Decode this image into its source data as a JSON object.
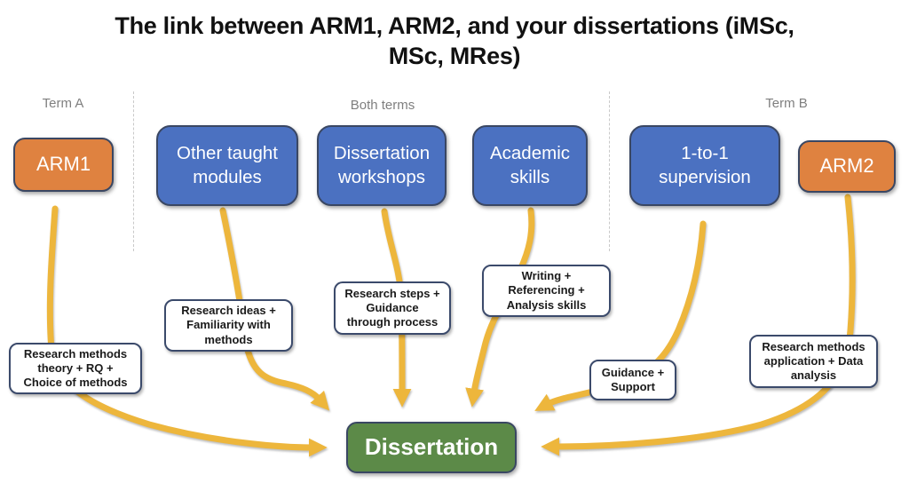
{
  "title": "The link between ARM1, ARM2, and your dissertations (iMSc,\nMSc, MRes)",
  "section_labels": {
    "term_a": "Term A",
    "both_terms": "Both terms",
    "term_b": "Term B"
  },
  "modules": {
    "arm1": {
      "label": "ARM1",
      "color": "#DF8240",
      "term": "Term A"
    },
    "other_taught": {
      "label": "Other taught\nmodules",
      "color": "#4B71C1",
      "term": "Both terms"
    },
    "dissertation_workshops": {
      "label": "Dissertation\nworkshops",
      "color": "#4B71C1",
      "term": "Both terms"
    },
    "academic_skills": {
      "label": "Academic\nskills",
      "color": "#4B71C1",
      "term": "Both terms"
    },
    "supervision": {
      "label": "1-to-1\nsupervision",
      "color": "#4B71C1",
      "term": "Term B"
    },
    "arm2": {
      "label": "ARM2",
      "color": "#DF8240",
      "term": "Term B"
    }
  },
  "annotations": {
    "arm1": "Research methods\ntheory + RQ +\nChoice of methods",
    "other_taught": "Research ideas +\nFamiliarity with\nmethods",
    "dissertation_workshops": "Research steps +\nGuidance\nthrough process",
    "academic_skills": "Writing +\nReferencing +\nAnalysis skills",
    "supervision": "Guidance +\nSupport",
    "arm2": "Research methods\napplication + Data\nanalysis"
  },
  "target": {
    "label": "Dissertation",
    "color": "#5C8A48"
  },
  "colors": {
    "arrow": "#EDB63C",
    "box_border": "#3A4763",
    "note_border": "#3B4A6B",
    "section_label": "#7F7F7F",
    "divider": "#C9C9C9",
    "title_text": "#111111"
  }
}
